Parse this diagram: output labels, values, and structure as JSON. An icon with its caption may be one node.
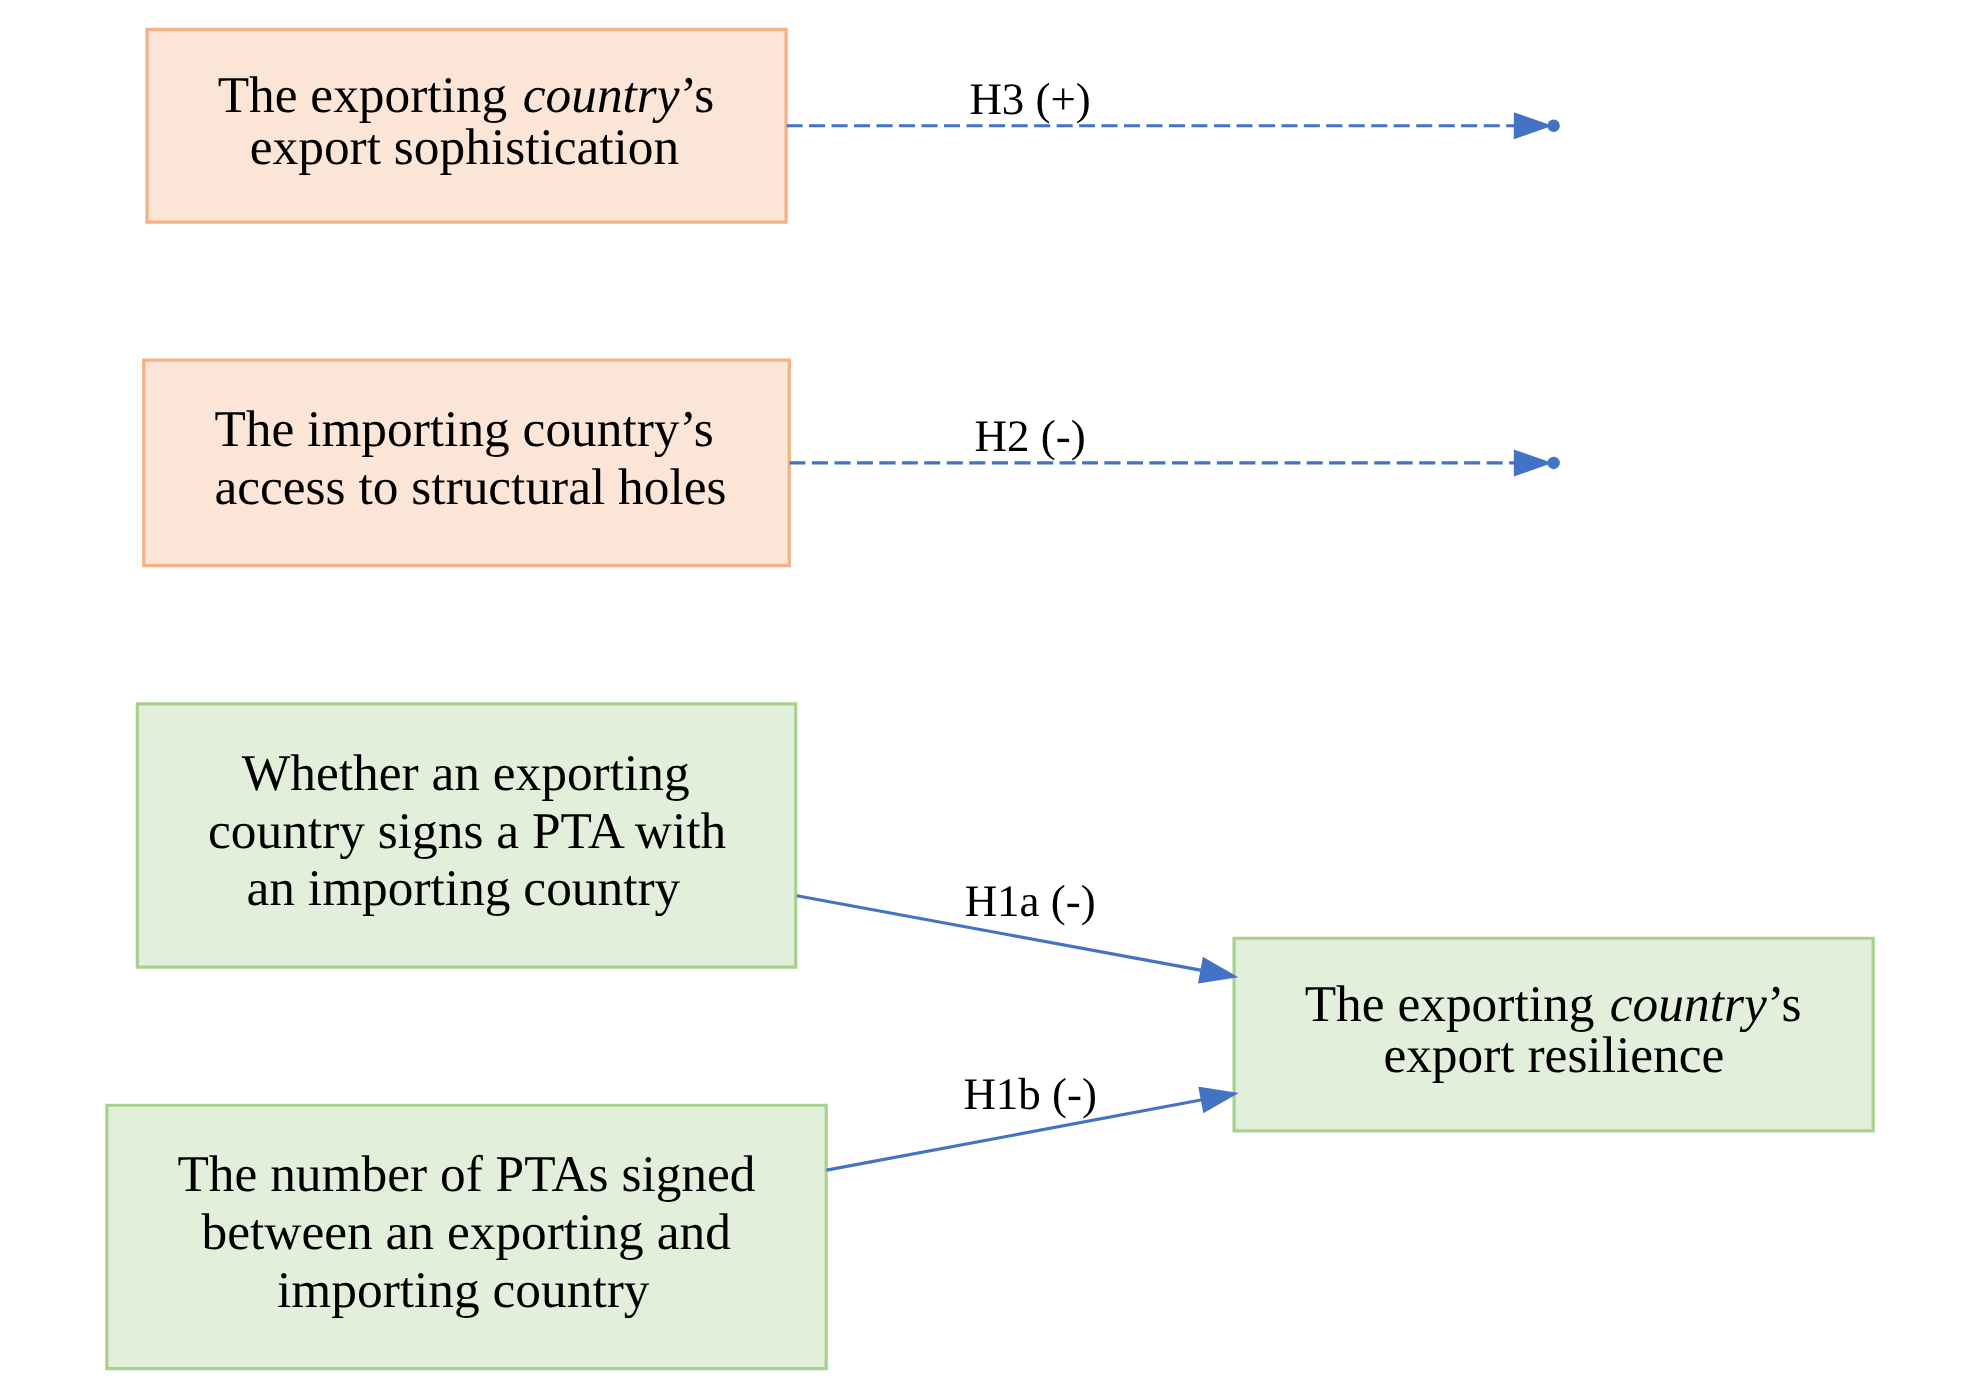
{
  "diagram": {
    "nodes": [
      {
        "text": [
          "Whether an exporting country signs a PTA with an importing country"
        ]
      },
      {
        "text": [
          "The importing country’s access to structural holes"
        ]
      },
      {
        "text": [
          "The exporting *country*’s export sophistication"
        ]
      },
      {
        "text": [
          "The exporting *country*’s export resilience"
        ]
      },
      {
        "text": [
          "The number of PTAs signed between an exporting and importing country"
        ]
      }
    ],
    "edges": [
      {
        "from": 0,
        "to": 3,
        "arrow": "to",
        "label": "H1a (-)"
      },
      {
        "from": 1,
        "to": null,
        "arrow": "to",
        "label": "H2 (-)",
        "style": "dashed"
      },
      {
        "from": 2,
        "to": null,
        "arrow": "to",
        "label": "H3 (+)",
        "style": "dashed"
      },
      {
        "from": 4,
        "to": 3,
        "arrow": "to",
        "label": "H1b (-)"
      }
    ]
  }
}
